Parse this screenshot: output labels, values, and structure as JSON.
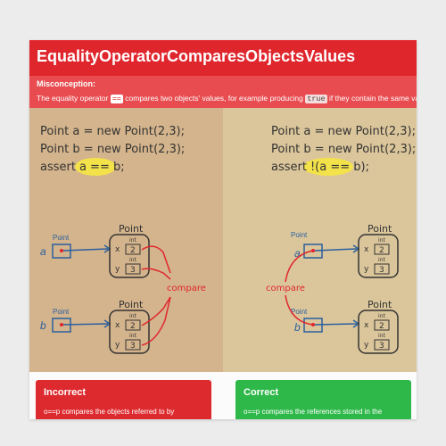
{
  "header": {
    "title": "EqualityOperatorComparesObjectsValues"
  },
  "misconception": {
    "label": "Misconception:",
    "text_before": "The equality operator ",
    "operator_code": "==",
    "text_middle": " compares two objects' values, for example producing ",
    "true_code": "true",
    "text_after": " if they contain the same valu"
  },
  "left_illustration": {
    "code_line_1": "Point a = new Point(2,3);",
    "code_line_2": "Point b = new Point(2,3);",
    "assert_keyword": "assert",
    "assert_expr": "a == b",
    "assert_end": ";",
    "var_a": "a",
    "var_b": "b",
    "ref_type_label": "Point",
    "object_label": "Point",
    "field_type": "int",
    "field_x": "x",
    "field_y": "y",
    "value_x": "2",
    "value_y": "3",
    "compare_label": "compare"
  },
  "right_illustration": {
    "code_line_1": "Point a = new Point(2,3);",
    "code_line_2": "Point b = new Point(2,3);",
    "assert_keyword": "assert",
    "assert_expr": "!(a == b)",
    "assert_end": ";",
    "var_a": "a",
    "var_b": "b",
    "ref_type_label": "Point",
    "object_label": "Point",
    "field_type": "int",
    "field_x": "x",
    "field_y": "y",
    "value_x": "2",
    "value_y": "3",
    "compare_label": "compare"
  },
  "results": {
    "incorrect": {
      "title": "Incorrect",
      "description": "o==p compares the objects referred to by variables o and p"
    },
    "correct": {
      "title": "Correct",
      "description": "o==p compares the references stored in the variables o and p"
    }
  },
  "colors": {
    "header_red": "#e0262d",
    "misconception_red": "#e84c50",
    "incorrect_red": "#dd2a2e",
    "correct_green": "#2fb84a",
    "compare_red": "#e0262d",
    "highlight_yellow": "#f3e24a",
    "ink_blue": "#2b5f9e"
  }
}
